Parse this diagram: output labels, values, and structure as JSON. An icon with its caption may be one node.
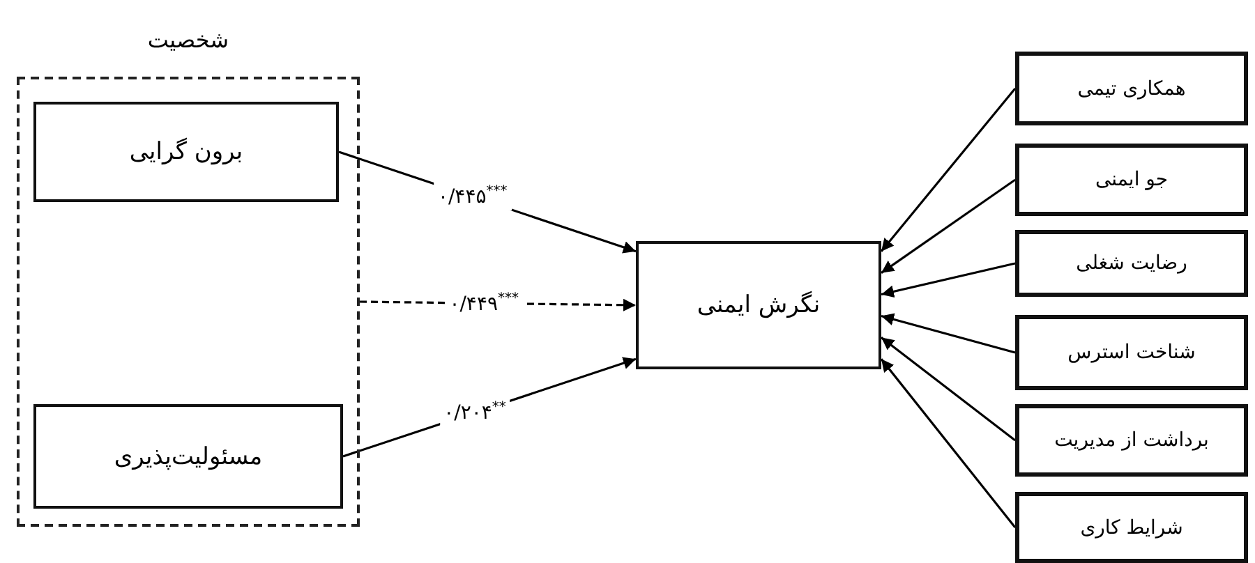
{
  "diagram": {
    "nodes": [
      {
        "text": [
          "شخصیت"
        ]
      },
      {
        "text": [
          "برون گرایی"
        ],
        "in": 0
      },
      {
        "text": [
          "مسئولیت‌پذیری"
        ],
        "in": 0
      },
      {
        "text": [
          "نگرش ایمنی"
        ]
      },
      {
        "text": [
          "همکاری تیمی"
        ]
      },
      {
        "text": [
          "جو ایمنی"
        ]
      },
      {
        "text": [
          "رضایت شغلی"
        ]
      },
      {
        "text": [
          "شناخت استرس"
        ]
      },
      {
        "text": [
          "برداشت از مدیریت"
        ]
      },
      {
        "text": [
          "شرایط کاری"
        ]
      }
    ],
    "edges": [
      {
        "from": 1,
        "to": 3,
        "arrow": "to",
        "label": "۰/۴۴۵$^{***}$"
      },
      {
        "from": 0,
        "to": 3,
        "arrow": "to",
        "style": "dashed",
        "label": "۰/۴۴۹$^{***}$"
      },
      {
        "from": 2,
        "to": 3,
        "arrow": "to",
        "label": "۰/۲۰۴$^{**}$"
      },
      {
        "from": 4,
        "to": 3,
        "arrow": "to"
      },
      {
        "from": 5,
        "to": 3,
        "arrow": "to"
      },
      {
        "from": 6,
        "to": 3,
        "arrow": "to"
      },
      {
        "from": 7,
        "to": 3,
        "arrow": "to"
      },
      {
        "from": 8,
        "to": 3,
        "arrow": "to"
      },
      {
        "from": 9,
        "to": 3,
        "arrow": "to"
      }
    ]
  }
}
